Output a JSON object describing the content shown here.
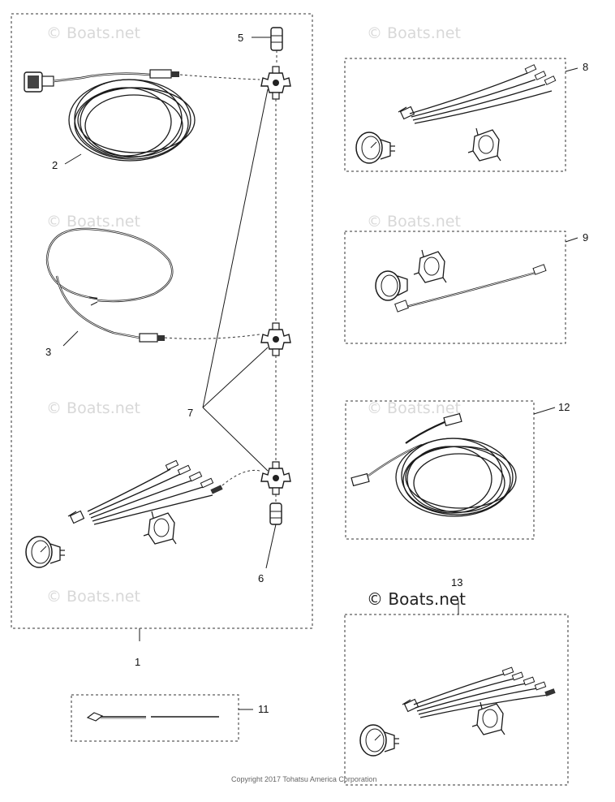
{
  "watermark": "© Boats.net",
  "watermark_prominent": "© Boats.net",
  "copyright": "Copyright 2017 Tohatsu America Corporation",
  "callouts": {
    "n1": "1",
    "n2": "2",
    "n3": "3",
    "n5": "5",
    "n6": "6",
    "n7": "7",
    "n8": "8",
    "n9": "9",
    "n11": "11",
    "n12": "12",
    "n13": "13"
  },
  "colors": {
    "line": "#1a1a1a",
    "dash": "#333333",
    "watermark": "#d8d8d8"
  }
}
